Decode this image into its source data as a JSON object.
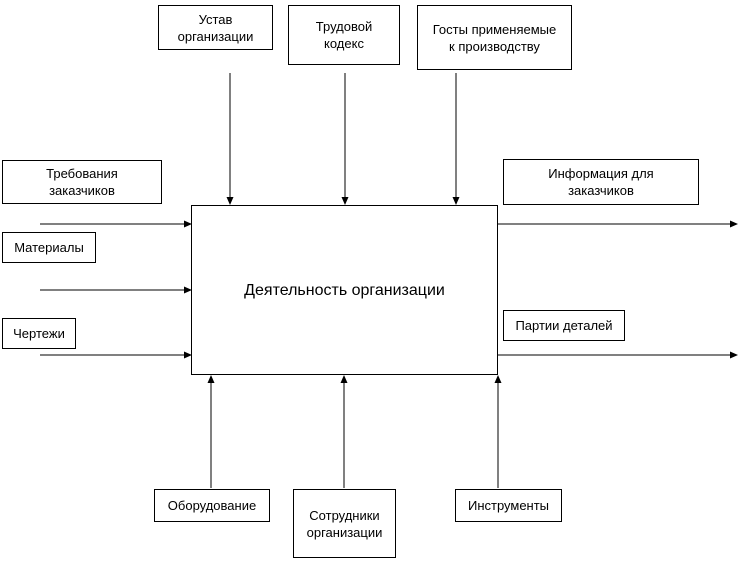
{
  "main_activity": "Деятельность организации",
  "controls": [
    "Устав\nорганизации",
    "Трудовой\nкодекс",
    "Госты применяемые\nк производству"
  ],
  "inputs": [
    "Требования\nзаказчиков",
    "Материалы",
    "Чертежи"
  ],
  "outputs": [
    "Информация для\nзаказчиков",
    "Партии деталей"
  ],
  "mechanisms": [
    "Оборудование",
    "Сотрудники\nорганизации",
    "Инструменты"
  ],
  "colors": {
    "line": "#000000",
    "background": "#ffffff"
  }
}
